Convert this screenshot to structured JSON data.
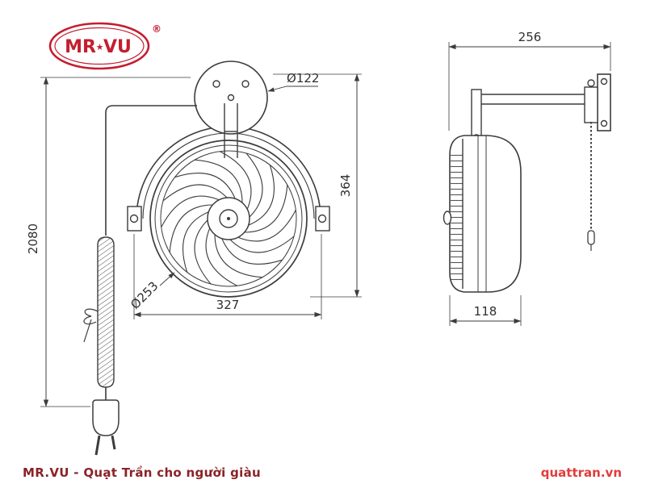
{
  "logo": {
    "left": "MR",
    "star": "★",
    "right": "VU",
    "registered": "®"
  },
  "front_view": {
    "mount_diameter": "Ø122",
    "height": "364",
    "width": "327",
    "grille_diameter": "Ø253",
    "cord_length": "2080"
  },
  "side_view": {
    "depth": "256",
    "thickness": "118"
  },
  "footer": {
    "tagline": "MR.VU - Quạt Trần cho người giàu",
    "website": "quattran.vn"
  },
  "colors": {
    "brand_red": "#c41e2f",
    "tagline_maroon": "#8a2328",
    "website_red": "#e23b3b",
    "line": "#3c3c3c"
  }
}
